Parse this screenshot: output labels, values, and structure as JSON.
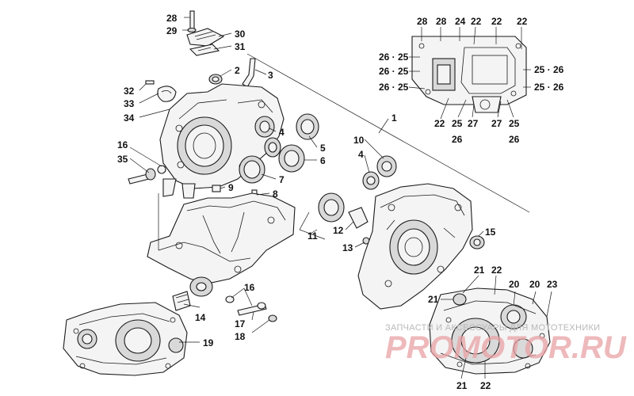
{
  "diagram": {
    "callouts": [
      {
        "id": "c28a",
        "text": "28"
      },
      {
        "id": "c29",
        "text": "29"
      },
      {
        "id": "c30",
        "text": "30"
      },
      {
        "id": "c31",
        "text": "31"
      },
      {
        "id": "c2",
        "text": "2"
      },
      {
        "id": "c3",
        "text": "3"
      },
      {
        "id": "c32",
        "text": "32"
      },
      {
        "id": "c33",
        "text": "33"
      },
      {
        "id": "c34",
        "text": "34"
      },
      {
        "id": "c4a",
        "text": "4"
      },
      {
        "id": "c5",
        "text": "5"
      },
      {
        "id": "c6",
        "text": "6"
      },
      {
        "id": "c7",
        "text": "7"
      },
      {
        "id": "c8",
        "text": "8"
      },
      {
        "id": "c9",
        "text": "9"
      },
      {
        "id": "c16a",
        "text": "16"
      },
      {
        "id": "c35",
        "text": "35"
      },
      {
        "id": "c1",
        "text": "1"
      },
      {
        "id": "c10",
        "text": "10"
      },
      {
        "id": "c4b",
        "text": "4"
      },
      {
        "id": "c11",
        "text": "11"
      },
      {
        "id": "c12",
        "text": "12"
      },
      {
        "id": "c13",
        "text": "13"
      },
      {
        "id": "c15",
        "text": "15"
      },
      {
        "id": "c14",
        "text": "14"
      },
      {
        "id": "c16b",
        "text": "16"
      },
      {
        "id": "c17",
        "text": "17"
      },
      {
        "id": "c18",
        "text": "18"
      },
      {
        "id": "c19",
        "text": "19"
      },
      {
        "id": "i28a",
        "text": "28"
      },
      {
        "id": "i28b",
        "text": "28"
      },
      {
        "id": "i24",
        "text": "24"
      },
      {
        "id": "i22a",
        "text": "22"
      },
      {
        "id": "i22b",
        "text": "22"
      },
      {
        "id": "i22c",
        "text": "22"
      },
      {
        "id": "i2625a",
        "text": "26 · 25"
      },
      {
        "id": "i2625b",
        "text": "26 · 25"
      },
      {
        "id": "i2625c",
        "text": "26 · 25"
      },
      {
        "id": "i2526a",
        "text": "25 · 26"
      },
      {
        "id": "i2526b",
        "text": "25 · 26"
      },
      {
        "id": "i22d",
        "text": "22"
      },
      {
        "id": "i25a",
        "text": "25"
      },
      {
        "id": "i27a",
        "text": "27"
      },
      {
        "id": "i27b",
        "text": "27"
      },
      {
        "id": "i25b",
        "text": "25"
      },
      {
        "id": "i26a",
        "text": "26"
      },
      {
        "id": "i26b",
        "text": "26"
      },
      {
        "id": "b21a",
        "text": "21"
      },
      {
        "id": "b22a",
        "text": "22"
      },
      {
        "id": "b20a",
        "text": "20"
      },
      {
        "id": "b20b",
        "text": "20"
      },
      {
        "id": "b23",
        "text": "23"
      },
      {
        "id": "b21b",
        "text": "21"
      },
      {
        "id": "b21c",
        "text": "21"
      },
      {
        "id": "b22b",
        "text": "22"
      }
    ]
  },
  "watermark": {
    "caption": "ЗАПЧАСТИ И АКСЕССУАРЫ ДЛЯ МОТОТЕХНИКИ",
    "logo": "PROMOTOR.RU"
  }
}
